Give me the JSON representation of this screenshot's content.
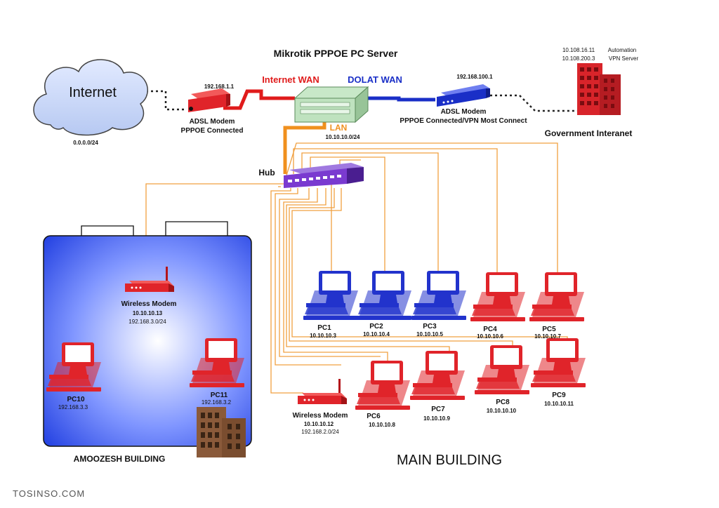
{
  "title": "Mikrotik PPPOE PC Server",
  "internet": {
    "label": "Internet",
    "subnet": "0.0.0.0/24"
  },
  "adsl_left": {
    "ip": "192.168.1.1",
    "line1": "ADSL Modem",
    "line2": "PPPOE Connected"
  },
  "server": {
    "wan1": "Internet WAN",
    "wan2": "DOLAT WAN",
    "lan": "LAN",
    "lan_subnet": "10.10.10.0/24"
  },
  "adsl_right": {
    "ip": "192.168.100.1",
    "line1": "ADSL Modem",
    "line2": "PPPOE Connected/VPN Most Connect"
  },
  "gov": {
    "ip1": "10.108.16.11",
    "ip2": "10.108.200.3",
    "lbl1": "Automation",
    "lbl2": "VPN Server",
    "label": "Government Interanet"
  },
  "hub": {
    "label": "Hub"
  },
  "amoozesh": {
    "label": "AMOOZESH BUILDING",
    "wireless": {
      "name": "Wireless Modem",
      "ip": "10.10.10.13",
      "subnet": "192.168.3.0/24"
    },
    "pc10": {
      "name": "PC10",
      "ip": "192.168.3.3"
    },
    "pc11": {
      "name": "PC11",
      "ip": "192.168.3.2"
    }
  },
  "main": {
    "label": "MAIN BUILDING",
    "wireless": {
      "name": "Wireless Modem",
      "ip": "10.10.10.12",
      "subnet": "192.168.2.0/24"
    },
    "pcs": [
      {
        "name": "PC1",
        "ip": "10.10.10.3"
      },
      {
        "name": "PC2",
        "ip": "10.10.10.4"
      },
      {
        "name": "PC3",
        "ip": "10.10.10.5"
      },
      {
        "name": "PC4",
        "ip": "10.10.10.6"
      },
      {
        "name": "PC5",
        "ip": "10.10.10.7"
      },
      {
        "name": "PC6",
        "ip": "10.10.10.8"
      },
      {
        "name": "PC7",
        "ip": "10.10.10.9"
      },
      {
        "name": "PC8",
        "ip": "10.10.10.10"
      },
      {
        "name": "PC9",
        "ip": "10.10.10.11"
      }
    ]
  },
  "footer": {
    "watermark": "TOSINSO.COM"
  },
  "colors": {
    "wan_internet": "#e01b1b",
    "wan_dolat": "#1a2fc7",
    "lan": "#f0901e",
    "blue_pc": "#2233cc",
    "red_pc": "#e0242a"
  }
}
